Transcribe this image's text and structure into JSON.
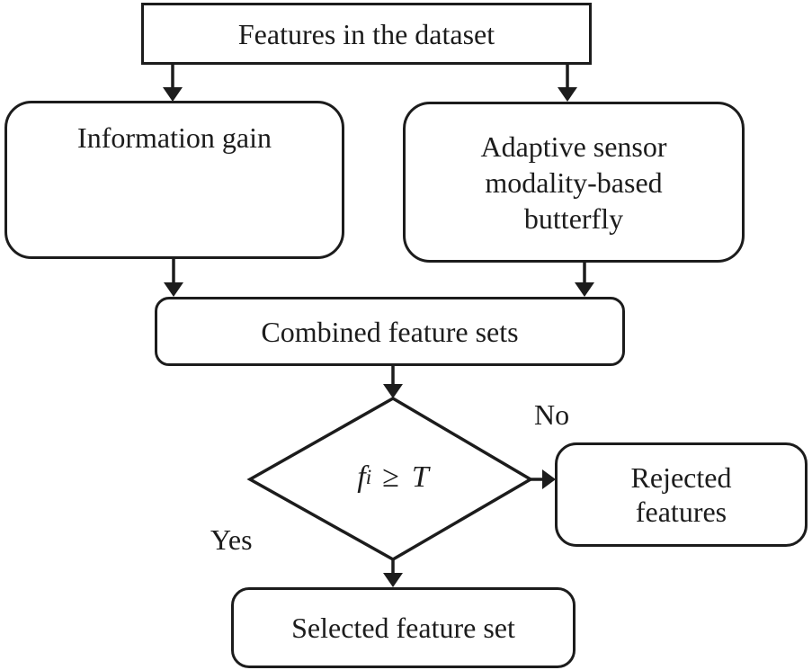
{
  "colors": {
    "background": "#ffffff",
    "line": "#1c1c1c",
    "text": "#1c1c1c",
    "node_fill": "#ffffff"
  },
  "nodes": {
    "dataset": {
      "label": "Features in the dataset"
    },
    "info_gain": {
      "label": "Information gain"
    },
    "butterfly": {
      "line1": "Adaptive sensor",
      "line2": "modality-based",
      "line3": "butterfly"
    },
    "combined": {
      "label": "Combined feature sets"
    },
    "decision": {
      "variable": "f",
      "subscript": "i",
      "operator": "≥",
      "threshold": "T"
    },
    "rejected": {
      "line1": "Rejected",
      "line2": "features"
    },
    "selected": {
      "label": "Selected feature set"
    }
  },
  "edge_labels": {
    "no": "No",
    "yes": "Yes"
  }
}
